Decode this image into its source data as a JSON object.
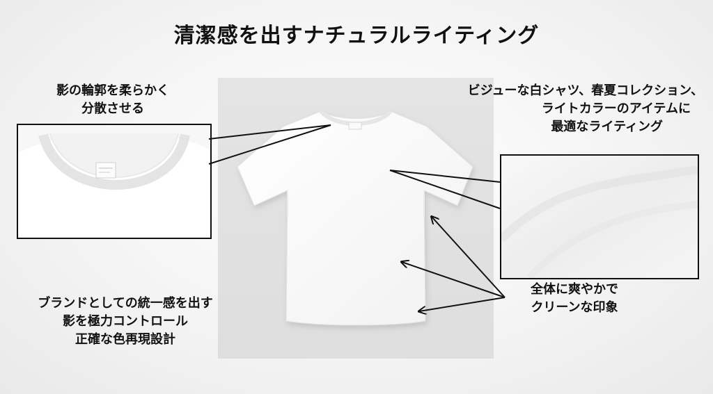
{
  "title": "清潔感を出すナチュラルライティング",
  "captions": {
    "top_left": [
      "影の輪郭を柔らかく",
      "分散させる"
    ],
    "top_right": [
      "ビジューな白シャツ、春夏コレクション、",
      "ライトカラーのアイテムに",
      "最適なライティング"
    ],
    "right": [
      "全体に爽やかで",
      "クリーンな印象"
    ],
    "bottom_left": [
      "ブランドとしての統一感を出す",
      "影を極力コントロール",
      "正確な色再現設計"
    ]
  },
  "images": {
    "main": "white-tshirt-photo",
    "left_inset": "collar-closeup",
    "right_inset": "fabric-texture-closeup"
  }
}
